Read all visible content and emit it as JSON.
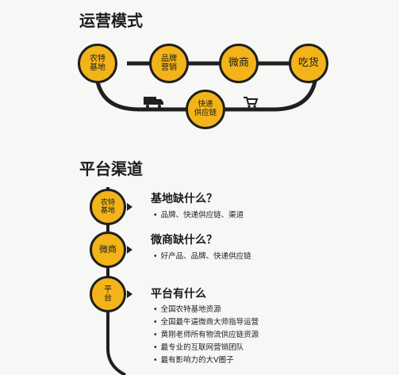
{
  "sections": {
    "operation_title": "运营模式",
    "channel_title": "平台渠道"
  },
  "flow": {
    "nodes": [
      {
        "key": "origin",
        "lines": [
          "农特",
          "基地"
        ]
      },
      {
        "key": "brand",
        "lines": [
          "品牌",
          "营销"
        ]
      },
      {
        "key": "wechat",
        "lines": [
          "微商"
        ]
      },
      {
        "key": "foodie",
        "lines": [
          "吃货"
        ]
      },
      {
        "key": "supply",
        "lines": [
          "快递",
          "供应链"
        ]
      }
    ],
    "icons": [
      "truck-icon",
      "cart-icon"
    ]
  },
  "channels": [
    {
      "label_lines": [
        "农特",
        "基地"
      ],
      "title": "基地缺什么？",
      "items": [
        "品牌、快递供应链、渠道"
      ]
    },
    {
      "label_lines": [
        "微商"
      ],
      "title": "微商缺什么？",
      "items": [
        "好产品、品牌、快递供应链"
      ]
    },
    {
      "label_lines": [
        "平",
        "台"
      ],
      "title": "平台有什么",
      "items": [
        "全国农特基地资源",
        "全国最牛逼微商大师指导运营",
        "黄刚老师所有物流供应链资源",
        "最专业的互联网营销团队",
        "最有影响力的大V圈子"
      ]
    }
  ],
  "colors": {
    "accent": "#f2b419",
    "line": "#1f1f1f"
  }
}
